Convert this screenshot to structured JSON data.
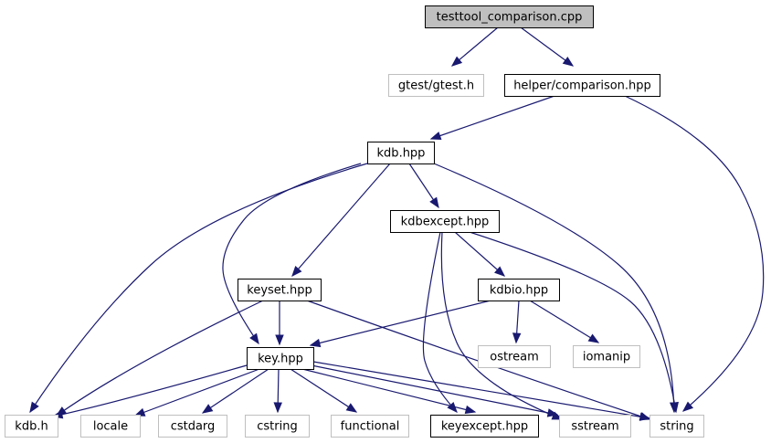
{
  "diagram": {
    "colors": {
      "edge": "#191970",
      "root_fill": "#bfbfbf",
      "documented_stroke": "#000000",
      "external_stroke": "#bfbfbf",
      "text": "#000000"
    },
    "nodes": {
      "testtool": {
        "label": "testtool_comparison.cpp",
        "kind": "root"
      },
      "gtest": {
        "label": "gtest/gtest.h",
        "kind": "external"
      },
      "helper": {
        "label": "helper/comparison.hpp",
        "kind": "documented"
      },
      "kdbhpp": {
        "label": "kdb.hpp",
        "kind": "documented"
      },
      "kdbexcept": {
        "label": "kdbexcept.hpp",
        "kind": "documented"
      },
      "keyset": {
        "label": "keyset.hpp",
        "kind": "documented"
      },
      "kdbio": {
        "label": "kdbio.hpp",
        "kind": "documented"
      },
      "ostream": {
        "label": "ostream",
        "kind": "external"
      },
      "iomanip": {
        "label": "iomanip",
        "kind": "external"
      },
      "keyhpp": {
        "label": "key.hpp",
        "kind": "documented"
      },
      "kdbh": {
        "label": "kdb.h",
        "kind": "external"
      },
      "locale": {
        "label": "locale",
        "kind": "external"
      },
      "cstdarg": {
        "label": "cstdarg",
        "kind": "external"
      },
      "cstring": {
        "label": "cstring",
        "kind": "external"
      },
      "functional": {
        "label": "functional",
        "kind": "external"
      },
      "keyexcept": {
        "label": "keyexcept.hpp",
        "kind": "documented"
      },
      "sstream": {
        "label": "sstream",
        "kind": "external"
      },
      "string": {
        "label": "string",
        "kind": "external"
      }
    },
    "edges": [
      {
        "from": "testtool",
        "to": "gtest"
      },
      {
        "from": "testtool",
        "to": "helper"
      },
      {
        "from": "helper",
        "to": "kdbhpp"
      },
      {
        "from": "helper",
        "to": "string"
      },
      {
        "from": "kdbhpp",
        "to": "kdbexcept"
      },
      {
        "from": "kdbhpp",
        "to": "keyset"
      },
      {
        "from": "kdbhpp",
        "to": "keyhpp"
      },
      {
        "from": "kdbhpp",
        "to": "kdbh"
      },
      {
        "from": "kdbhpp",
        "to": "string"
      },
      {
        "from": "kdbexcept",
        "to": "kdbio"
      },
      {
        "from": "kdbexcept",
        "to": "keyexcept"
      },
      {
        "from": "kdbexcept",
        "to": "sstream"
      },
      {
        "from": "kdbexcept",
        "to": "string"
      },
      {
        "from": "keyset",
        "to": "keyhpp"
      },
      {
        "from": "keyset",
        "to": "kdbh"
      },
      {
        "from": "keyset",
        "to": "string"
      },
      {
        "from": "kdbio",
        "to": "keyhpp"
      },
      {
        "from": "kdbio",
        "to": "ostream"
      },
      {
        "from": "kdbio",
        "to": "iomanip"
      },
      {
        "from": "keyhpp",
        "to": "kdbh"
      },
      {
        "from": "keyhpp",
        "to": "locale"
      },
      {
        "from": "keyhpp",
        "to": "cstdarg"
      },
      {
        "from": "keyhpp",
        "to": "cstring"
      },
      {
        "from": "keyhpp",
        "to": "functional"
      },
      {
        "from": "keyhpp",
        "to": "keyexcept"
      },
      {
        "from": "keyhpp",
        "to": "sstream"
      },
      {
        "from": "keyhpp",
        "to": "string"
      }
    ]
  }
}
